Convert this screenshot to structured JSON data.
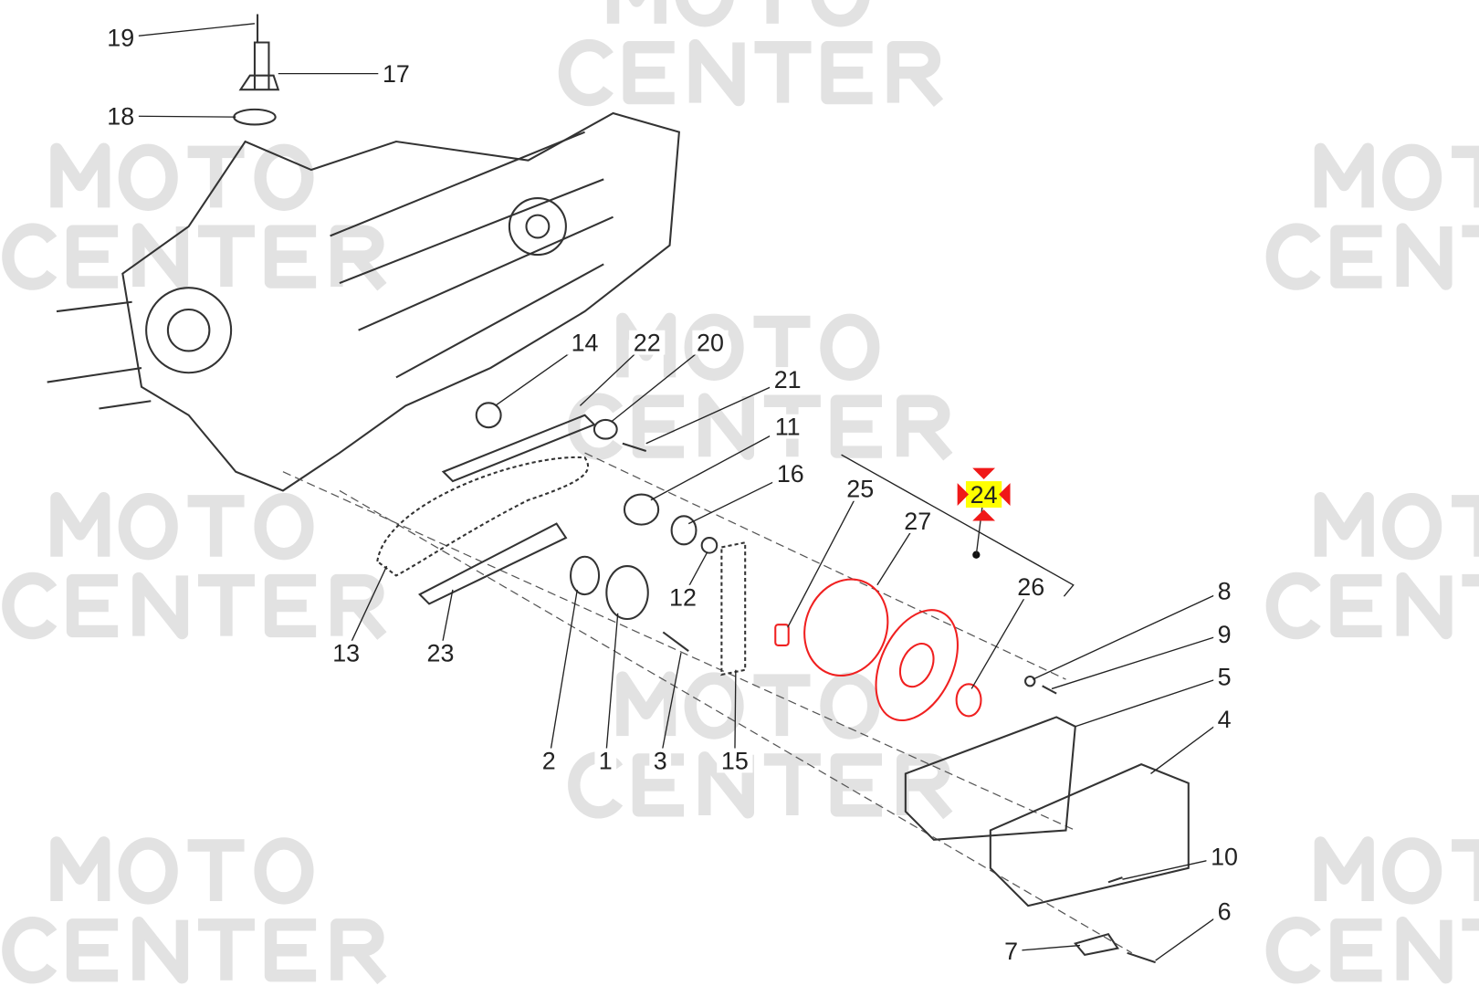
{
  "watermark": {
    "line1": "MOTO",
    "line2": "CENTER"
  },
  "highlighted_part": "24",
  "colors": {
    "highlight": "#ffff00",
    "selected_parts": "#f02020",
    "watermark": "#e2e2e2"
  },
  "parts": [
    {
      "number": "19"
    },
    {
      "number": "17"
    },
    {
      "number": "18"
    },
    {
      "number": "14"
    },
    {
      "number": "22"
    },
    {
      "number": "20"
    },
    {
      "number": "21"
    },
    {
      "number": "11"
    },
    {
      "number": "16"
    },
    {
      "number": "25"
    },
    {
      "number": "24"
    },
    {
      "number": "27"
    },
    {
      "number": "26"
    },
    {
      "number": "8"
    },
    {
      "number": "9"
    },
    {
      "number": "5"
    },
    {
      "number": "4"
    },
    {
      "number": "12"
    },
    {
      "number": "13"
    },
    {
      "number": "23"
    },
    {
      "number": "2"
    },
    {
      "number": "1"
    },
    {
      "number": "3"
    },
    {
      "number": "15"
    },
    {
      "number": "10"
    },
    {
      "number": "6"
    },
    {
      "number": "7"
    }
  ]
}
